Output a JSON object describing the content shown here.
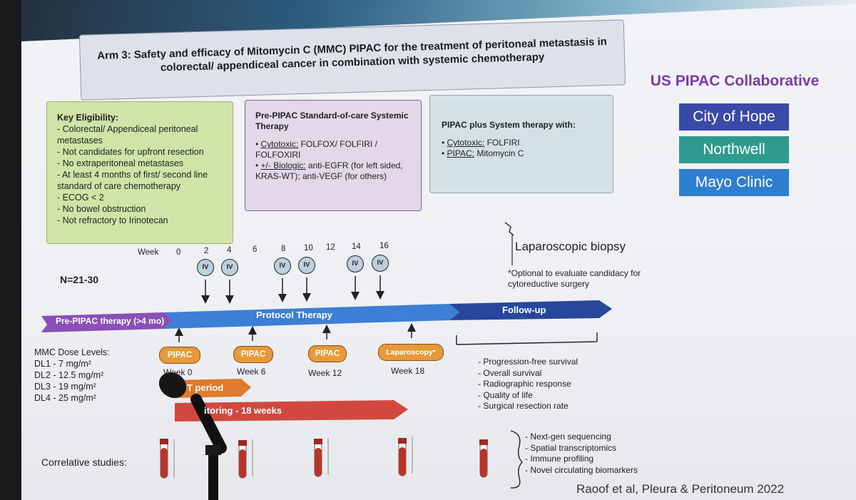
{
  "title": "Arm 3: Safety and efficacy of Mitomycin C (MMC) PIPAC for the treatment of peritoneal metastasis in colorectal/ appendiceal cancer in combination with systemic chemotherapy",
  "eligibility": {
    "heading": "Key Eligibility:",
    "items": [
      "- Colorectal/ Appendiceal peritoneal metastases",
      "- Not candidates for upfront resection",
      "- No extraperitoneal metastases",
      "- At least 4 months of first/ second line standard of care chemotherapy",
      "- ECOG < 2",
      "- No bowel obstruction",
      "- Not refractory to Irinotecan"
    ]
  },
  "pre_pipac": {
    "heading": "Pre-PIPAC Standard-of-care Systemic Therapy",
    "cytotoxic_label": "Cytotoxic:",
    "cytotoxic_text": "FOLFOX/ FOLFIRI / FOLFOXIRI",
    "biologic_label": "+/- Biologic:",
    "biologic_text": "anti-EGFR (for left sided, KRAS-WT); anti-VEGF (for others)"
  },
  "pipac_plus": {
    "heading": "PIPAC plus System therapy with:",
    "cytotoxic_label": "Cytotoxic:",
    "cytotoxic_text": "FOLFIRI",
    "pipac_label": "PIPAC:",
    "pipac_text": "Mitomycin C"
  },
  "collaborative": {
    "title": "US PIPAC Collaborative",
    "institutions": [
      {
        "name": "City of Hope",
        "color": "#3a4aa8"
      },
      {
        "name": "Northwell",
        "color": "#2f9a8e"
      },
      {
        "name": "Mayo Clinic",
        "color": "#2f7fd0"
      }
    ]
  },
  "timeline": {
    "week_label": "Week",
    "weeks": [
      "0",
      "2",
      "4",
      "6",
      "8",
      "10",
      "12",
      "14",
      "16"
    ],
    "iv_label": "IV",
    "n_label": "N=21-30",
    "phases": {
      "pre": "Pre-PIPAC therapy (>4 mo)",
      "protocol": "Protocol Therapy",
      "followup": "Follow-up"
    },
    "procedures": [
      {
        "label": "PIPAC",
        "week": "Week 0"
      },
      {
        "label": "PIPAC",
        "week": "Week 6"
      },
      {
        "label": "PIPAC",
        "week": "Week 12"
      },
      {
        "label": "Laparoscopy*",
        "week": "Week 18"
      }
    ],
    "lap_biopsy": "Laparoscopic biopsy",
    "lap_note": "*Optional to evaluate candidacy for cytoreductive surgery"
  },
  "dose": {
    "heading": "MMC Dose Levels:",
    "levels": [
      "DL1 - 7 mg/m²",
      "DL2 - 12.5 mg/m²",
      "DL3 - 19 mg/m²",
      "DL4 - 25 mg/m²"
    ]
  },
  "bars": {
    "dlt": "T period",
    "monitoring": "itoring - 18 weeks"
  },
  "outcomes": [
    "- Progression-free survival",
    "- Overall survival",
    "- Radiographic response",
    "- Quality of life",
    "- Surgical resection rate"
  ],
  "correlative": {
    "label": "Correlative studies:",
    "items": [
      "- Next-gen sequencing",
      "- Spatial transcriptomics",
      "- Immune profiling",
      "- Novel circulating biomarkers"
    ]
  },
  "citation": "Raoof et al, Pleura & Peritoneum 2022",
  "colors": {
    "protocol_arrow": "#3b7fd6",
    "pre_arrow": "#8a4fb8",
    "followup_arrow": "#27479c",
    "pipac_pill": "#e69a3a",
    "dlt_bar": "#e07a2e",
    "monitoring_bar": "#d2483e"
  }
}
